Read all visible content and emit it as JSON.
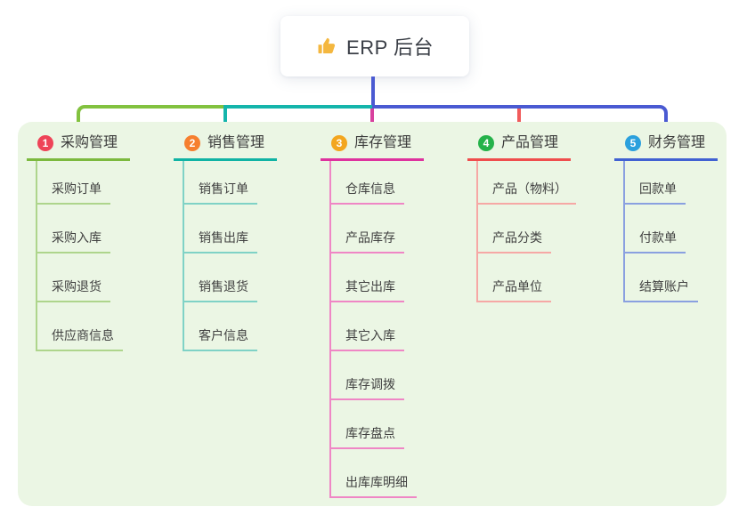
{
  "root": {
    "label": "ERP 后台",
    "icon": "thumbs-up-icon",
    "colors": {
      "line": "#4a5ad2",
      "icon": "#f4b73f"
    }
  },
  "panel": {
    "background": "#ebf6e4"
  },
  "branches": [
    {
      "badge": "1",
      "title": "采购管理",
      "colors": {
        "badge": "#ee4458",
        "main": "#7cb93e",
        "soft": "#aed58c",
        "bus": "#82c23f"
      },
      "children": [
        "采购订单",
        "采购入库",
        "采购退货",
        "供应商信息"
      ]
    },
    {
      "badge": "2",
      "title": "销售管理",
      "colors": {
        "badge": "#f67f2f",
        "main": "#10b3a4",
        "soft": "#7fd2c6",
        "bus": "#14b5ab"
      },
      "children": [
        "销售订单",
        "销售出库",
        "销售退货",
        "客户信息"
      ]
    },
    {
      "badge": "3",
      "title": "库存管理",
      "colors": {
        "badge": "#f3a61e",
        "main": "#de329e",
        "soft": "#ef86c5",
        "bus": "#d8419e"
      },
      "children": [
        "仓库信息",
        "产品库存",
        "其它出库",
        "其它入库",
        "库存调拨",
        "库存盘点",
        "出库库明细"
      ]
    },
    {
      "badge": "4",
      "title": "产品管理",
      "colors": {
        "badge": "#25b24a",
        "main": "#ef4d4d",
        "soft": "#f6a8a5",
        "bus": "#f15b5b"
      },
      "children": [
        "产品（物料）",
        "产品分类",
        "产品单位"
      ]
    },
    {
      "badge": "5",
      "title": "财务管理",
      "colors": {
        "badge": "#2ba0dd",
        "main": "#4161d2",
        "soft": "#8aa0e0",
        "bus": "#4a5ad2"
      },
      "children": [
        "回款单",
        "付款单",
        "结算账户"
      ]
    }
  ]
}
